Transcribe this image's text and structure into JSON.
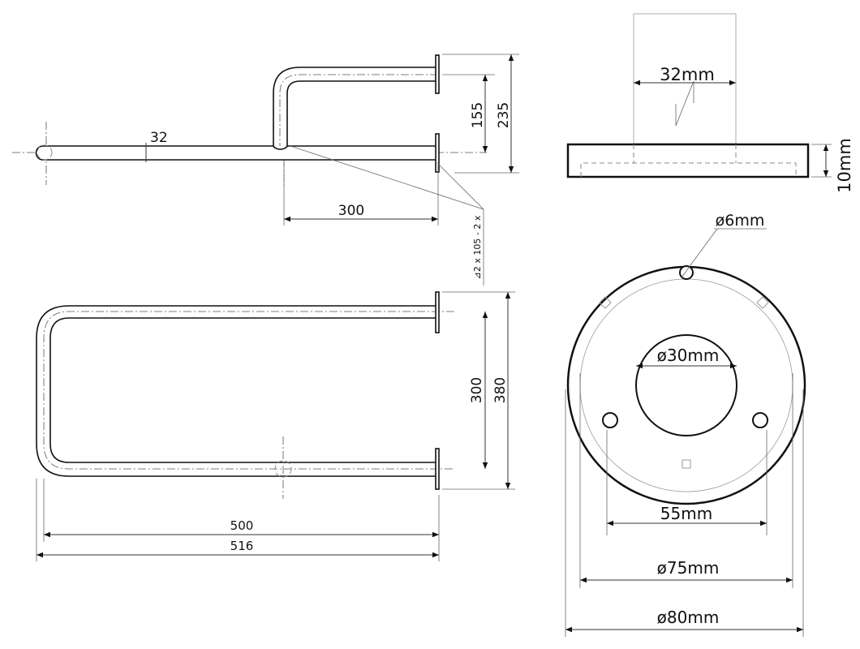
{
  "top_view": {
    "dim_diameter": "32",
    "dim_offset": "300",
    "dim_155": "155",
    "dim_235": "235",
    "note": "⊿2 x 105 - 2 x"
  },
  "front_view": {
    "dim_300": "300",
    "dim_380": "380",
    "dim_500": "500",
    "dim_516": "516"
  },
  "flange_side": {
    "dim_tube": "32mm",
    "dim_thickness": "10mm"
  },
  "flange_face": {
    "dim_screw": "ø6mm",
    "dim_center": "ø30mm",
    "dim_holes": "55mm",
    "dim_inner": "ø75mm",
    "dim_outer": "ø80mm"
  }
}
